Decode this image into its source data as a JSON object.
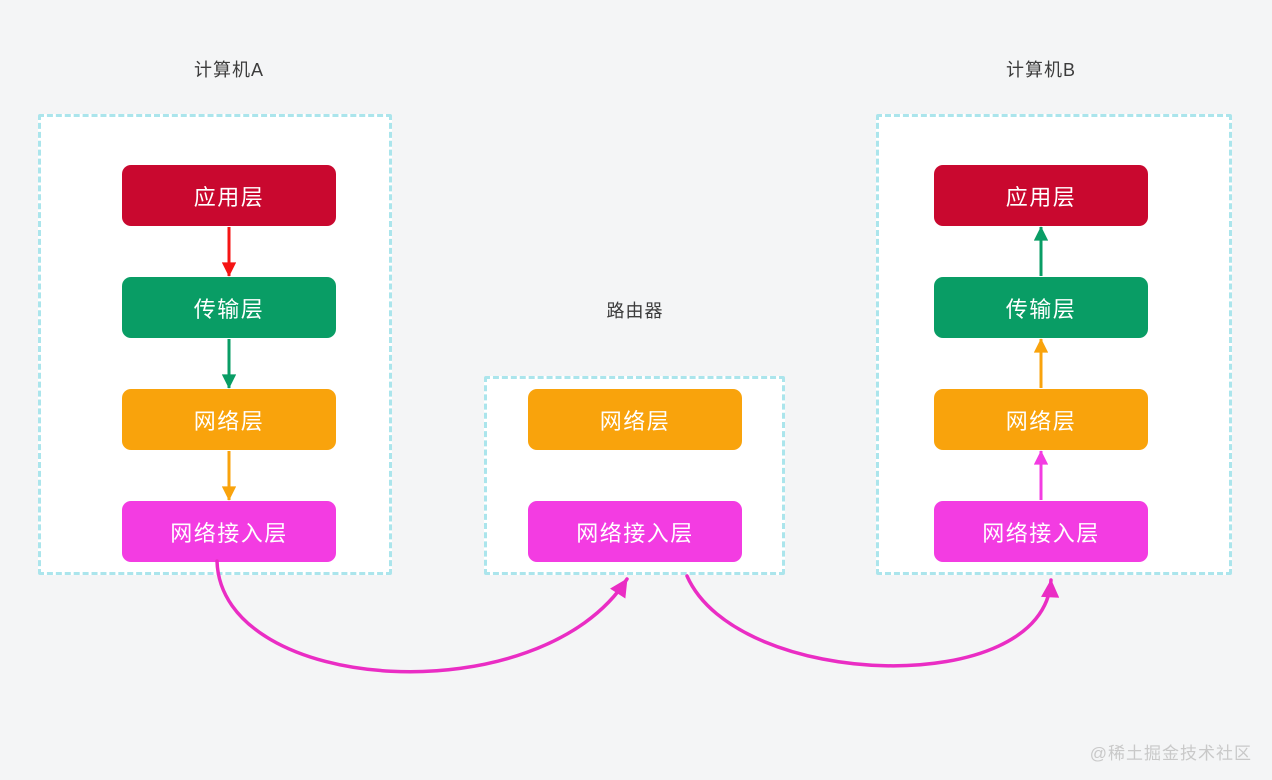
{
  "page": {
    "background": "#f4f5f6",
    "watermark": "@稀土掘金技术社区"
  },
  "colors": {
    "application_layer": "#c9082f",
    "transport_layer": "#099d65",
    "network_layer": "#f9a30c",
    "access_layer": "#f33ce2",
    "red_arrow": "#f51414",
    "green_arrow": "#099d65",
    "orange_arrow": "#f9a30c",
    "magenta_arrow": "#f33ce2",
    "flow_curve": "#ea2dc4",
    "dashed_border": "#abe5ec",
    "node_background": "#ffffff",
    "title_text": "#3c3c3c",
    "watermark_text": "#c9c9c9"
  },
  "nodes": {
    "computer_a": {
      "title": "计算机A",
      "layers": [
        {
          "label": "应用层"
        },
        {
          "label": "传输层"
        },
        {
          "label": "网络层"
        },
        {
          "label": "网络接入层"
        }
      ]
    },
    "router": {
      "title": "路由器",
      "layers": [
        {
          "label": "网络层"
        },
        {
          "label": "网络接入层"
        }
      ]
    },
    "computer_b": {
      "title": "计算机B",
      "layers": [
        {
          "label": "应用层"
        },
        {
          "label": "传输层"
        },
        {
          "label": "网络层"
        },
        {
          "label": "网络接入层"
        }
      ]
    }
  },
  "edges": [
    {
      "from": "computer-a 应用层",
      "to": "computer-a 传输层",
      "direction": "down",
      "color": "red"
    },
    {
      "from": "computer-a 传输层",
      "to": "computer-a 网络层",
      "direction": "down",
      "color": "green"
    },
    {
      "from": "computer-a 网络层",
      "to": "computer-a 网络接入层",
      "direction": "down",
      "color": "orange"
    },
    {
      "from": "computer-a 网络接入层",
      "to": "router 网络接入层",
      "direction": "curve-right",
      "color": "magenta"
    },
    {
      "from": "router 网络接入层",
      "to": "computer-b 网络接入层",
      "direction": "curve-right",
      "color": "magenta"
    },
    {
      "from": "computer-b 网络接入层",
      "to": "computer-b 网络层",
      "direction": "up",
      "color": "magenta"
    },
    {
      "from": "computer-b 网络层",
      "to": "computer-b 传输层",
      "direction": "up",
      "color": "orange"
    },
    {
      "from": "computer-b 传输层",
      "to": "computer-b 应用层",
      "direction": "up",
      "color": "green"
    }
  ]
}
